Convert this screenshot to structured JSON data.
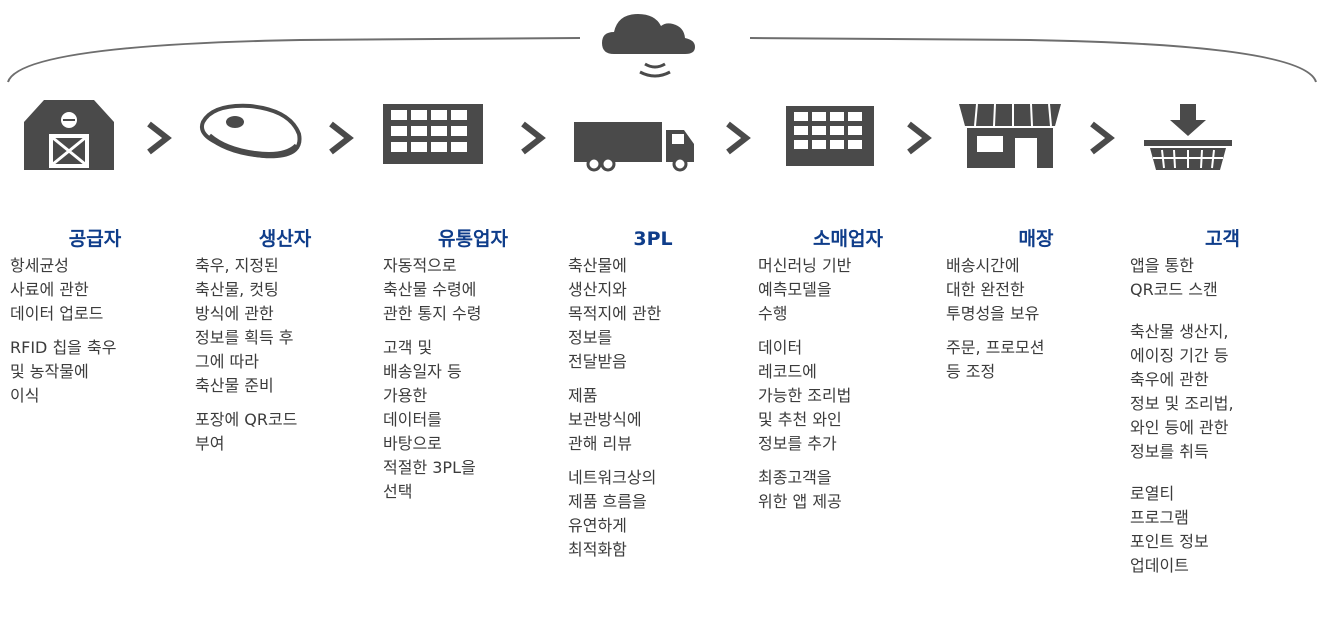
{
  "colors": {
    "icon": "#4a4a4a",
    "title": "#0f3d8a",
    "text": "#3c3c3c",
    "arc": "#6e6e6e"
  },
  "icons": [
    "cloud-icon",
    "barn-icon",
    "rfid-tag-icon",
    "factory-icon",
    "truck-icon",
    "retail-building-icon",
    "store-icon",
    "shopping-basket-icon",
    "chevron-right-icon"
  ],
  "columns": [
    {
      "title": "공급자",
      "icon": "barn-icon",
      "paragraphs": [
        [
          "항세균성",
          "사료에 관한",
          "데이터 업로드"
        ],
        [
          "RFID 칩을 축우",
          "및 농작물에",
          "이식"
        ]
      ]
    },
    {
      "title": "생산자",
      "icon": "rfid-tag-icon",
      "paragraphs": [
        [
          "축우, 지정된",
          "축산물, 컷팅",
          "방식에 관한",
          "정보를 획득 후",
          "그에 따라",
          "축산물 준비"
        ],
        [
          "포장에 QR코드",
          "부여"
        ]
      ]
    },
    {
      "title": "유통업자",
      "icon": "factory-icon",
      "paragraphs": [
        [
          "자동적으로",
          "축산물 수령에",
          "관한 통지 수령"
        ],
        [
          "고객 및",
          "배송일자 등",
          "가용한",
          "데이터를",
          "바탕으로",
          "적절한 3PL을",
          "선택"
        ]
      ]
    },
    {
      "title": "3PL",
      "icon": "truck-icon",
      "paragraphs": [
        [
          "축산물에",
          "생산지와",
          "목적지에 관한",
          "정보를",
          "전달받음"
        ],
        [
          "제품",
          "보관방식에",
          "관해 리뷰"
        ],
        [
          "네트워크상의",
          "제품 흐름을",
          "유연하게",
          "최적화함"
        ]
      ]
    },
    {
      "title": "소매업자",
      "icon": "retail-building-icon",
      "paragraphs": [
        [
          "머신러닝 기반",
          "예측모델을",
          "수행"
        ],
        [
          "데이터",
          "레코드에",
          "가능한 조리법",
          "및 추천 와인",
          "정보를 추가"
        ],
        [
          "최종고객을",
          "위한 앱 제공"
        ]
      ]
    },
    {
      "title": "매장",
      "icon": "store-icon",
      "paragraphs": [
        [
          "배송시간에",
          "대한 완전한",
          "투명성을 보유"
        ],
        [
          "주문, 프로모션",
          "등 조정"
        ]
      ]
    },
    {
      "title": "고객",
      "icon": "shopping-basket-icon",
      "paragraphs": [
        [
          "앱을 통한",
          "QR코드 스캔"
        ],
        [
          "축산물 생산지,",
          "에이징 기간 등",
          "축우에 관한",
          "정보 및 조리법,",
          "와인 등에 관한",
          "정보를 취득"
        ],
        [
          "로열티",
          "프로그램",
          "포인트 정보",
          "업데이트"
        ]
      ]
    }
  ]
}
